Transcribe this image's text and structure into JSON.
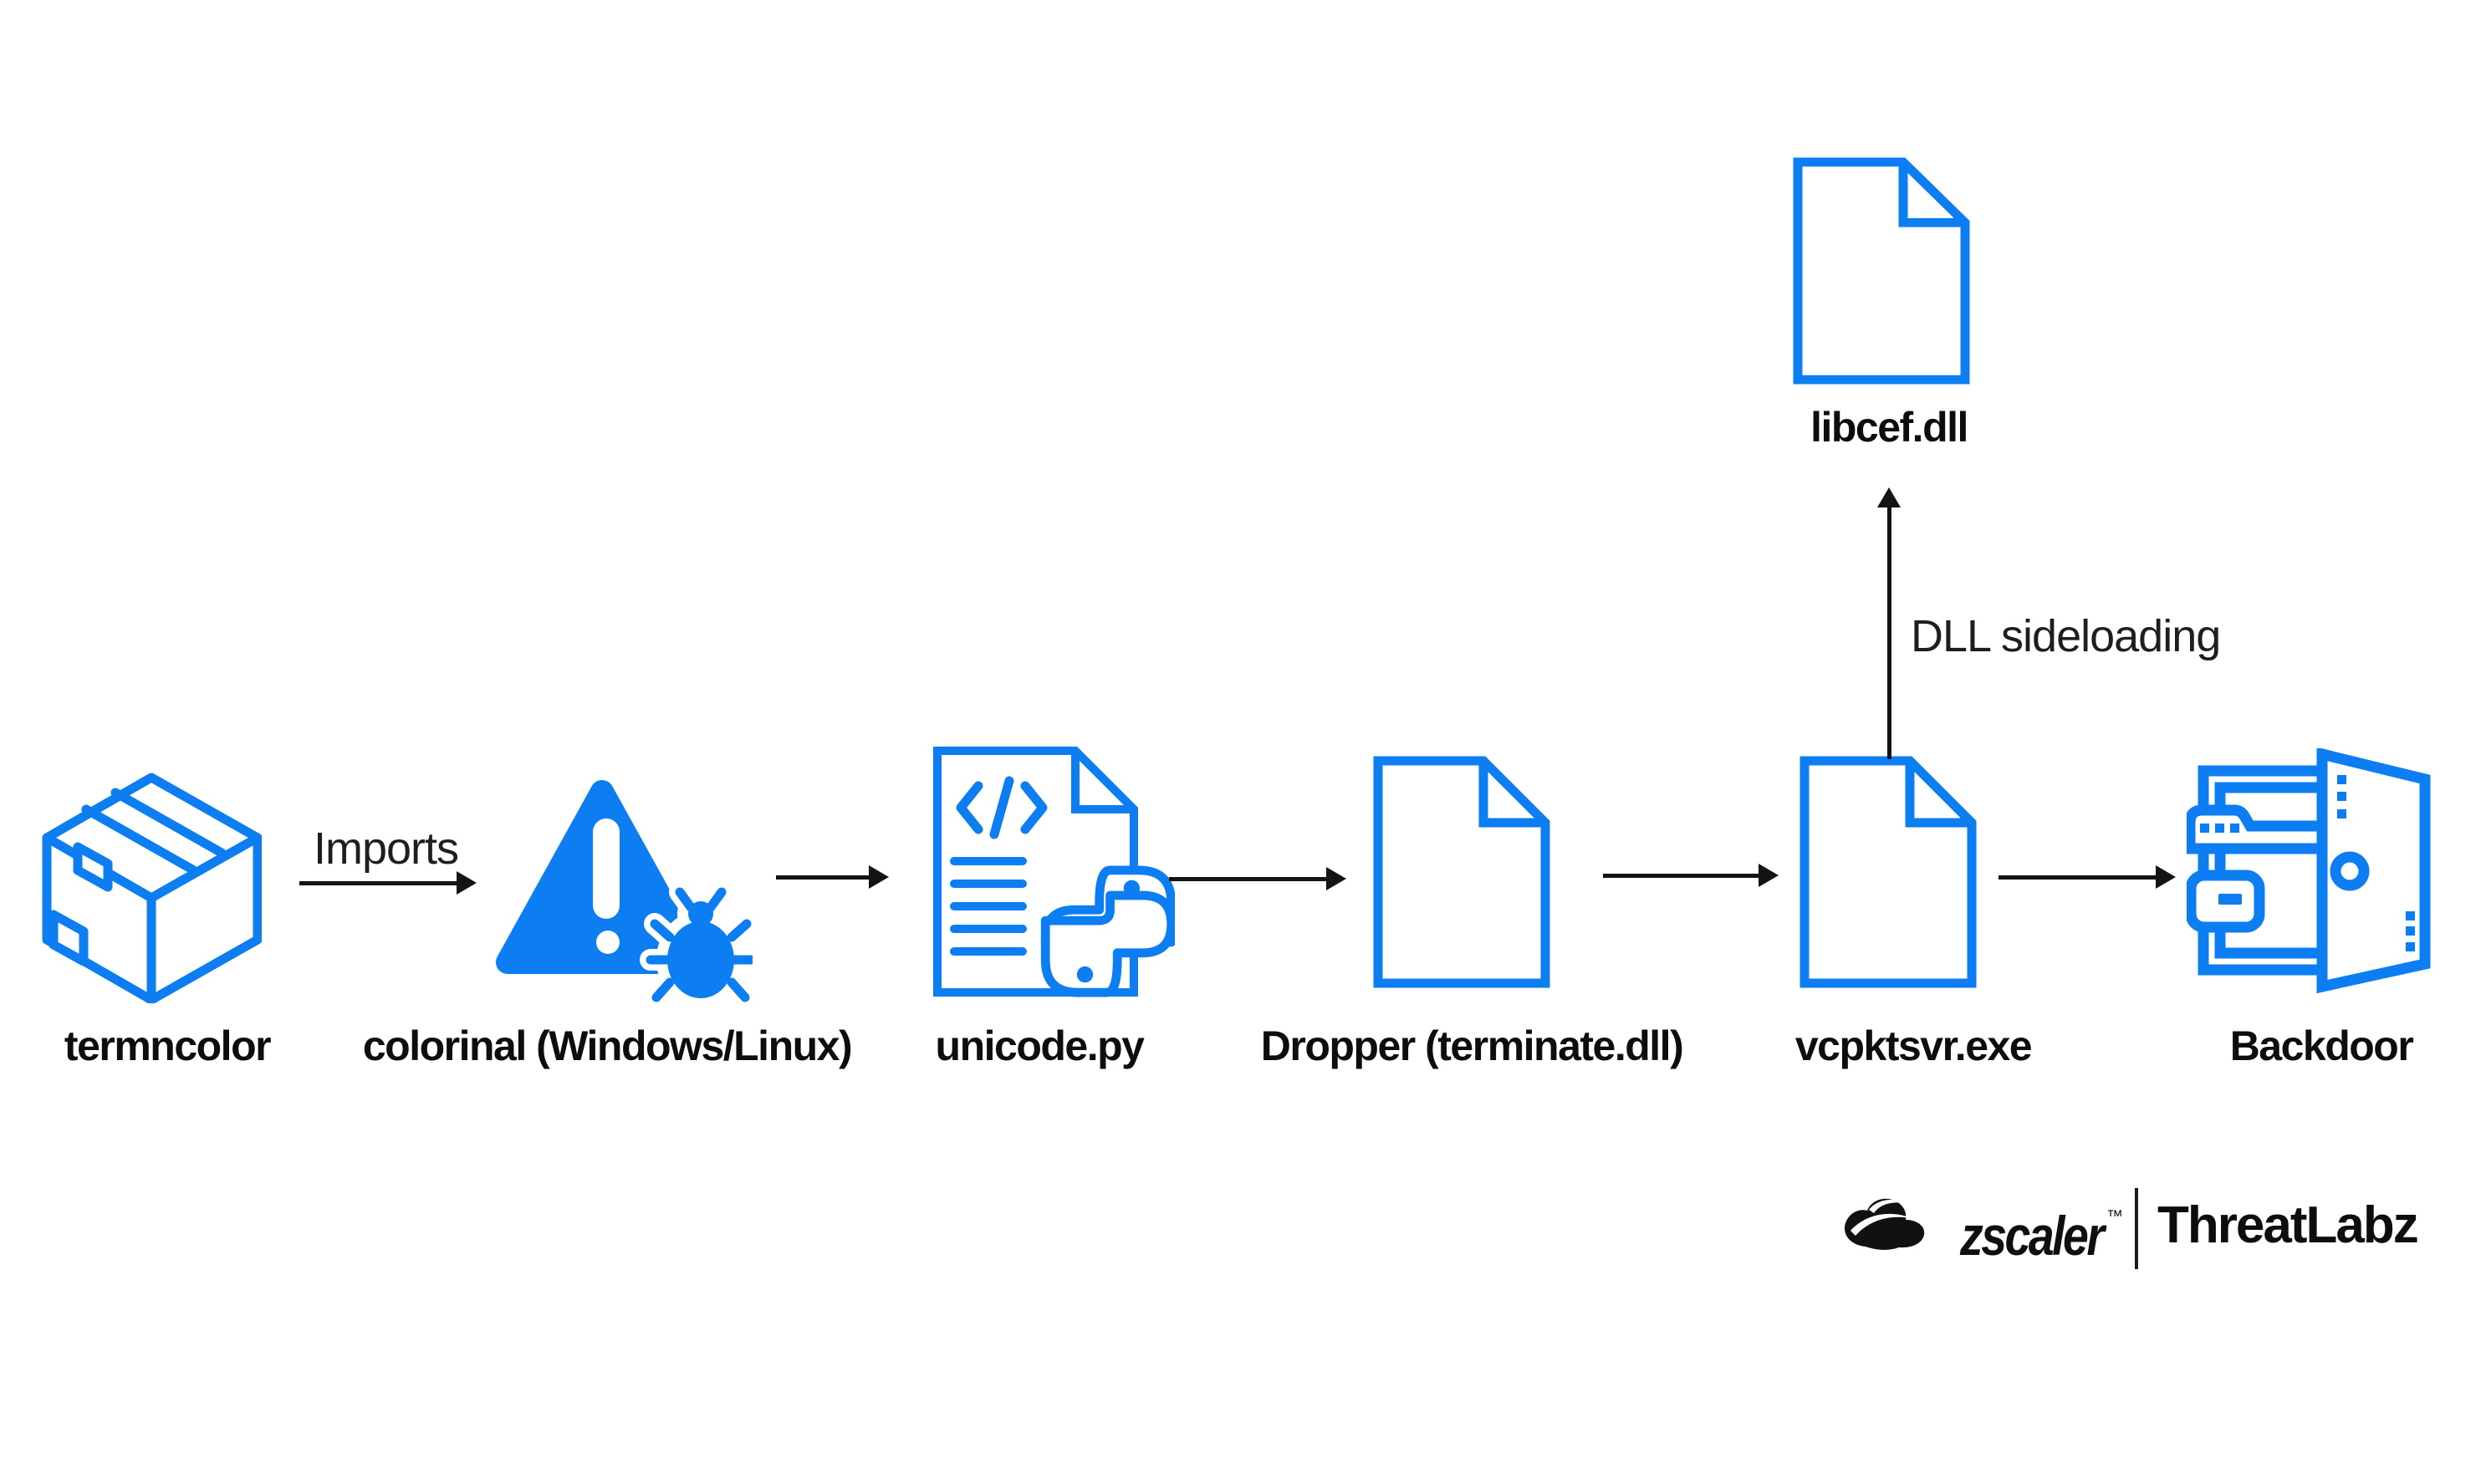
{
  "diagram": {
    "nodes": [
      {
        "id": "termncolor",
        "label": "termncolor",
        "icon": "package-icon"
      },
      {
        "id": "colorinal",
        "label": "colorinal (Windows/Linux)",
        "icon": "malware-warning-bug-icon"
      },
      {
        "id": "unicode-py",
        "label": "unicode.py",
        "icon": "python-script-file-icon"
      },
      {
        "id": "dropper",
        "label": "Dropper (terminate.dll)",
        "icon": "file-icon"
      },
      {
        "id": "vcpktsvr",
        "label": "vcpktsvr.exe",
        "icon": "file-icon"
      },
      {
        "id": "backdoor",
        "label": "Backdoor",
        "icon": "backdoor-open-door-icon"
      },
      {
        "id": "libcef",
        "label": "libcef.dll",
        "icon": "file-icon"
      }
    ],
    "edges": [
      {
        "from": "termncolor",
        "to": "colorinal",
        "label": "Imports"
      },
      {
        "from": "colorinal",
        "to": "unicode-py",
        "label": ""
      },
      {
        "from": "unicode-py",
        "to": "dropper",
        "label": ""
      },
      {
        "from": "dropper",
        "to": "vcpktsvr",
        "label": ""
      },
      {
        "from": "vcpktsvr",
        "to": "backdoor",
        "label": ""
      },
      {
        "from": "vcpktsvr",
        "to": "libcef",
        "label": "DLL sideloading"
      }
    ]
  },
  "branding": {
    "zscaler_wordmark": "zscaler",
    "trademark": "™",
    "threatlabz_wordmark": "ThreatLabz"
  },
  "colors": {
    "accent_blue": "#0d7df2",
    "arrow_black": "#141414",
    "label_text": "#0d0d0d"
  }
}
